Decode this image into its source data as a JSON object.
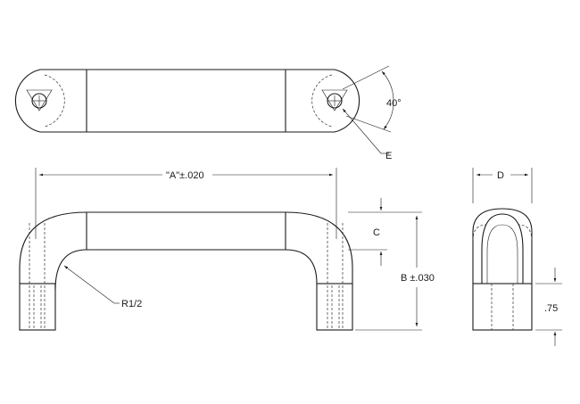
{
  "labels": {
    "angle": "40°",
    "callout_e": "E",
    "dim_a": "\"A\"±.020",
    "dim_b": "B ±.030",
    "dim_c": "C",
    "dim_d": "D",
    "radius": "R1/2",
    "height_075": ".75"
  }
}
